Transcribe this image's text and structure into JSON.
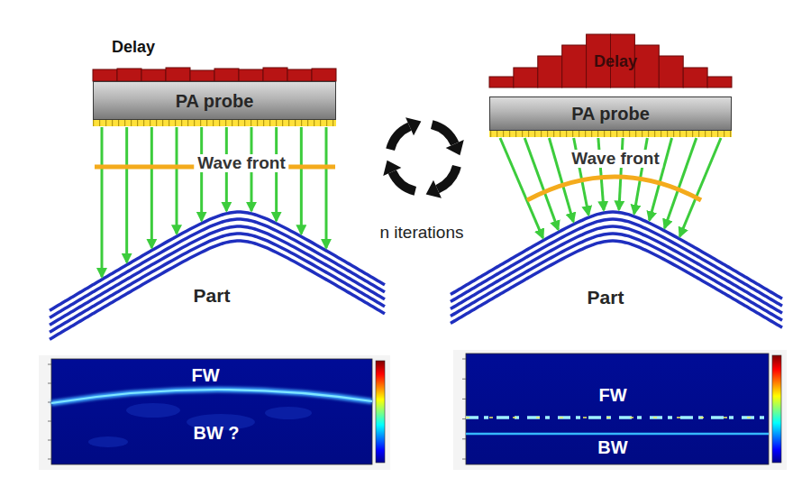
{
  "diagram": {
    "nodes": [
      {
        "text": [
          "PA probe"
        ]
      },
      {
        "text": [
          "FW",
          "BW ?"
        ]
      },
      {
        "text": [
          "PA probe"
        ]
      },
      {
        "text": [
          "FW",
          "BW"
        ]
      }
    ],
    "labels": [
      "Delay",
      "Wave front",
      "Part",
      "n iterations",
      "Delay",
      "Wave front",
      "Part"
    ]
  }
}
